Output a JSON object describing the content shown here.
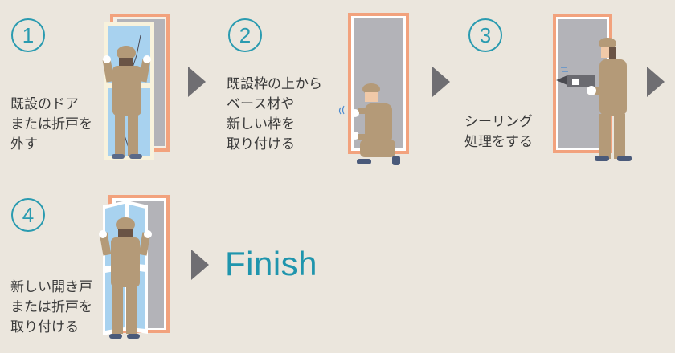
{
  "colors": {
    "background": "#ebe6dd",
    "accent_teal": "#2a9bb0",
    "arrow_gray": "#6f6e72",
    "frame_orange": "#f2a27d",
    "door_gray": "#b3b3b8",
    "glass_blue": "#a8d2ef",
    "worker_khaki": "#b49a78",
    "text": "#3a3a3a"
  },
  "steps": [
    {
      "number": "1",
      "text": "既設のドア\nまたは折戸を\n外す",
      "illustration": "worker-removing-old-door"
    },
    {
      "number": "2",
      "text": "既設枠の上から\nベース材や\n新しい枠を\n取り付ける",
      "illustration": "worker-installing-new-frame"
    },
    {
      "number": "3",
      "text": "シーリング\n処理をする",
      "illustration": "worker-sealing-frame"
    },
    {
      "number": "4",
      "text": "新しい開き戸\nまたは折戸を\n取り付ける",
      "illustration": "worker-installing-new-door"
    }
  ],
  "finish_label": "Finish",
  "step_glyphs": [
    "1",
    "2",
    "3",
    "4"
  ]
}
